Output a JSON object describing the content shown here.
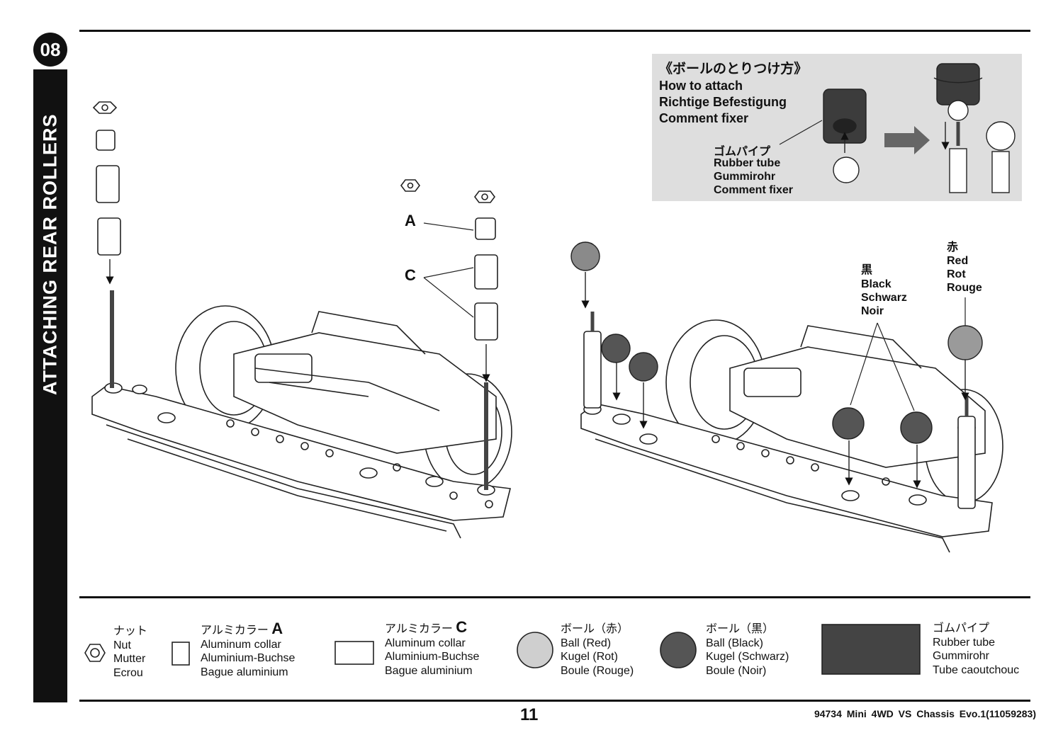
{
  "step": {
    "number": "08",
    "title": "ATTACHING REAR ROLLERS"
  },
  "how_to_attach": {
    "title_jp": "《ボールのとりつけ方》",
    "title_en": "How to attach",
    "title_de": "Richtige Befestigung",
    "title_fr": "Comment fixer",
    "tube_jp": "ゴムパイプ",
    "tube_en": "Rubber tube",
    "tube_de": "Gummirohr",
    "tube_fr": "Comment fixer"
  },
  "callouts": {
    "collar_a": "A",
    "collar_c": "C",
    "black_jp": "黒",
    "black_en": "Black",
    "black_de": "Schwarz",
    "black_fr": "Noir",
    "red_jp": "赤",
    "red_en": "Red",
    "red_de": "Rot",
    "red_fr": "Rouge"
  },
  "legend": {
    "nut": {
      "jp": "ナット",
      "en": "Nut",
      "de": "Mutter",
      "fr": "Ecrou"
    },
    "collar_a": {
      "jp": "アルミカラー",
      "letter": "A",
      "en": "Aluminum collar",
      "de": "Aluminium-Buchse",
      "fr": "Bague aluminium"
    },
    "collar_c": {
      "jp": "アルミカラー",
      "letter": "C",
      "en": "Aluminum collar",
      "de": "Aluminium-Buchse",
      "fr": "Bague aluminium"
    },
    "ball_red": {
      "jp": "ボール（赤）",
      "en": "Ball (Red)",
      "de": "Kugel (Rot)",
      "fr": "Boule (Rouge)"
    },
    "ball_black": {
      "jp": "ボール（黒）",
      "en": "Ball (Black)",
      "de": "Kugel (Schwarz)",
      "fr": "Boule (Noir)"
    },
    "tube": {
      "jp": "ゴムパイプ",
      "en": "Rubber tube",
      "de": "Gummirohr",
      "fr": "Tube caoutchouc"
    }
  },
  "footer": {
    "page": "11",
    "model": "94734 Mini 4WD VS Chassis Evo.1(11059283)"
  },
  "colors": {
    "ink": "#111111",
    "panel_gray": "#dedede",
    "ball_red_tone": "#c8c8c8",
    "ball_black_tone": "#555555",
    "tube_tone": "#444444"
  }
}
